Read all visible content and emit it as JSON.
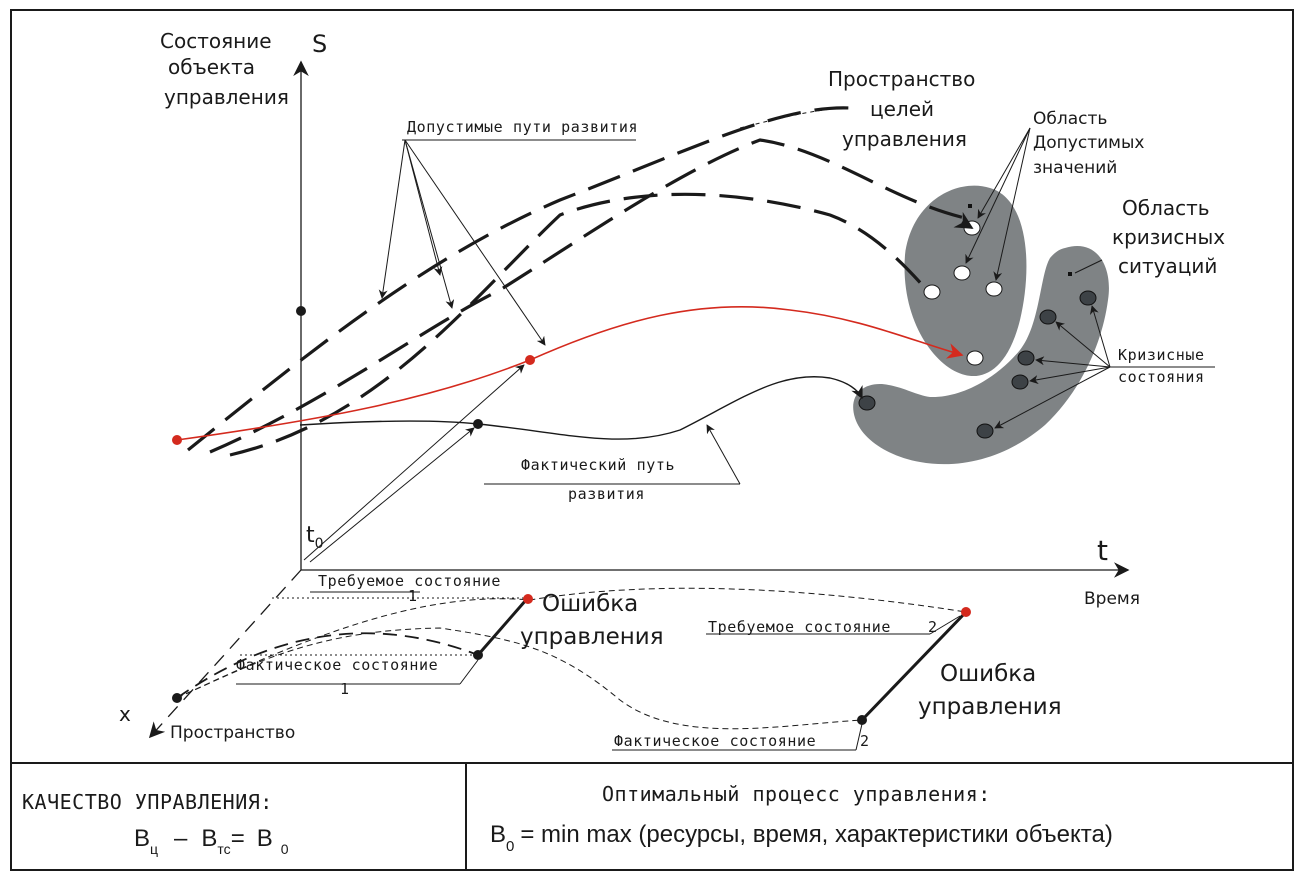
{
  "diagram": {
    "axis_s_label": "Состояние объекта управления",
    "axis_s_lines": [
      "Состояние",
      "объекта",
      "управления"
    ],
    "axis_s_symbol": "S",
    "axis_t_symbol": "t",
    "axis_t_label": "Время",
    "axis_x_symbol": "x",
    "axis_x_label": "Пространство",
    "t0_symbol": "t",
    "t0_sub": "0",
    "allowed_paths": "Допустимые пути развития",
    "goal_space_lines": [
      "Пространство",
      "целей",
      "управления"
    ],
    "allowed_region_lines": [
      "Область",
      "Допустимых",
      "значений"
    ],
    "crisis_region_lines": [
      "Область",
      "кризисных",
      "ситуаций"
    ],
    "crisis_states_lines": [
      "Кризисные",
      "состояния"
    ],
    "actual_path_lines": [
      "Фактический путь",
      "развития"
    ],
    "required_state_1": "Требуемое состояние",
    "required_state_1_index": "1",
    "actual_state_1": "Фактическое состояние",
    "actual_state_1_index": "1",
    "required_state_2": "Требуемое состояние",
    "required_state_2_index": "2",
    "actual_state_2": "Фактическое состояние",
    "actual_state_2_index": "2",
    "control_error_1_lines": [
      "Ошибка",
      "управления"
    ],
    "control_error_2_lines": [
      "Ошибка",
      "управления"
    ]
  },
  "footer": {
    "quality_title": "КАЧЕСТВО УПРАВЛЕНИЯ:",
    "quality_formula": {
      "b1": "B",
      "b1_sub": "ц",
      "minus": "–",
      "b2": "B",
      "b2_sub": "тс",
      "eq": "=",
      "b3": "B",
      "b3_sub": "0"
    },
    "optimal_title": "Оптимальный процесс управления:",
    "optimal_formula": {
      "b": "B",
      "b_sub": "0",
      "text": "= min max (ресурсы, время, характеристики объекта)"
    }
  },
  "colors": {
    "red": "#d42a1e",
    "region_gray": "#7f8385",
    "ink": "#1a1a1a"
  }
}
